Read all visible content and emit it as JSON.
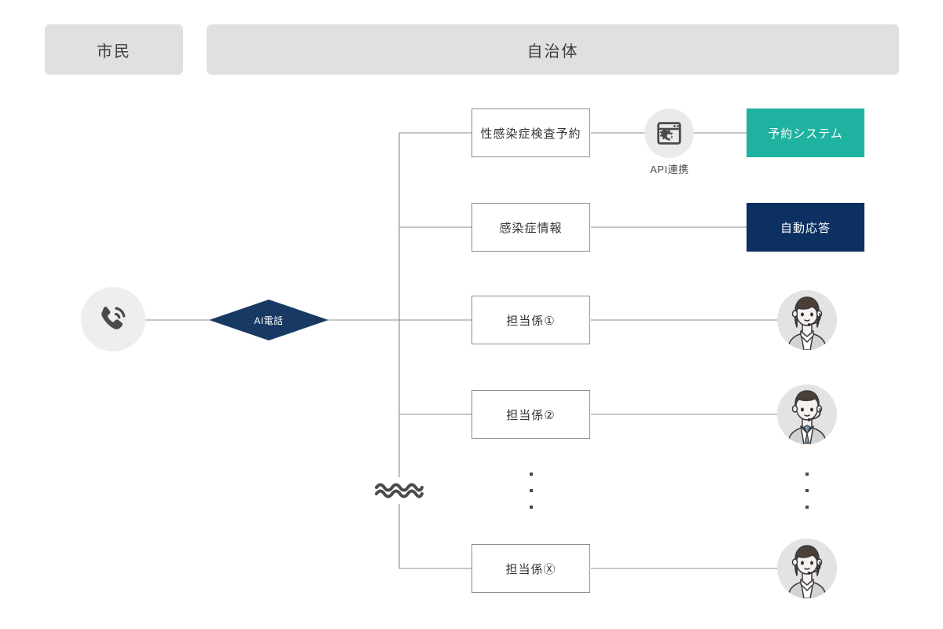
{
  "diagram": {
    "title_lanes": [
      {
        "id": "citizen",
        "label": "市民"
      },
      {
        "id": "government",
        "label": "自治体"
      }
    ],
    "entry": {
      "icon": "phone-ringing-icon",
      "gateway_label": "AI電話"
    },
    "branches": [
      {
        "id": "sti-test-booking",
        "box_label": "性感染症検査予約",
        "middle_icon": "browser-gear-icon",
        "middle_caption": "API連携",
        "target_label": "予約システム",
        "target_kind": "system",
        "target_color": "#20b2a0"
      },
      {
        "id": "infection-info",
        "box_label": "感染症情報",
        "middle_icon": null,
        "middle_caption": null,
        "target_label": "自動応答",
        "target_kind": "system",
        "target_color": "#0b3061"
      },
      {
        "id": "staff-1",
        "box_label": "担当係①",
        "middle_icon": null,
        "middle_caption": null,
        "target_label": "",
        "target_kind": "operator-female",
        "target_color": "#e3e3e3"
      },
      {
        "id": "staff-2",
        "box_label": "担当係②",
        "middle_icon": null,
        "middle_caption": null,
        "target_label": "",
        "target_kind": "operator-male",
        "target_color": "#e3e3e3"
      },
      {
        "id": "staff-x",
        "box_label": "担当係Ⓧ",
        "middle_icon": null,
        "middle_caption": null,
        "target_label": "",
        "target_kind": "operator-female",
        "target_color": "#e3e3e3"
      }
    ],
    "continuation": {
      "break_symbol": "wavy-break-icon",
      "ellipsis": "⋮"
    },
    "colors": {
      "lane_bg": "#e0e0e0",
      "line": "#8c8c8c",
      "diamond": "#173963",
      "teal": "#20b2a0",
      "navy": "#0b3061",
      "badge_bg": "#eeeeee",
      "text": "#333333"
    }
  }
}
